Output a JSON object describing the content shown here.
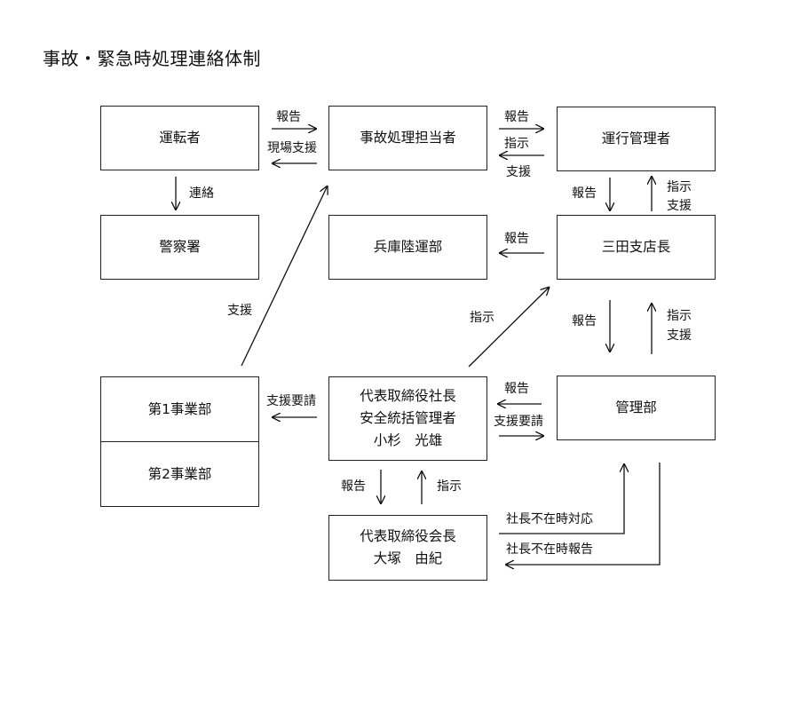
{
  "title": "事故・緊急時処理連絡体制",
  "nodes": {
    "driver": "運転者",
    "accident_handler": "事故処理担当者",
    "operation_manager": "運行管理者",
    "police": "警察署",
    "hyogo_riku": "兵庫陸運部",
    "sanda_branch_manager": "三田支店長",
    "div1": "第1事業部",
    "div2": "第2事業部",
    "president": {
      "line1": "代表取締役社長",
      "line2": "安全統括管理者",
      "line3": "小杉　光雄"
    },
    "admin_dept": "管理部",
    "chairman": {
      "line1": "代表取締役会長",
      "line2": "大塚　由紀"
    }
  },
  "edge_labels": {
    "driver_to_handler_report": "報告",
    "handler_to_driver_support": "現場支援",
    "driver_to_police": "連絡",
    "handler_to_opmgr_report": "報告",
    "opmgr_to_handler_instruct": "指示",
    "opmgr_to_handler_support": "支援",
    "opmgr_to_branch_report": "報告",
    "branch_to_opmgr_instruct": "指示",
    "branch_to_opmgr_support": "支援",
    "branch_to_hyogo_report": "報告",
    "div1_to_handler_support": "支援",
    "president_to_branch_instruct": "指示",
    "branch_to_admin_report": "報告",
    "admin_to_branch_instruct": "指示",
    "admin_to_branch_support": "支援",
    "president_to_div1_support_request": "支援要請",
    "admin_to_president_report": "報告",
    "president_to_admin_support_request": "支援要請",
    "president_to_chairman_report": "報告",
    "chairman_to_president_instruct": "指示",
    "chairman_to_admin_absent_response": "社長不在時対応",
    "admin_to_chairman_absent_report": "社長不在時報告"
  }
}
